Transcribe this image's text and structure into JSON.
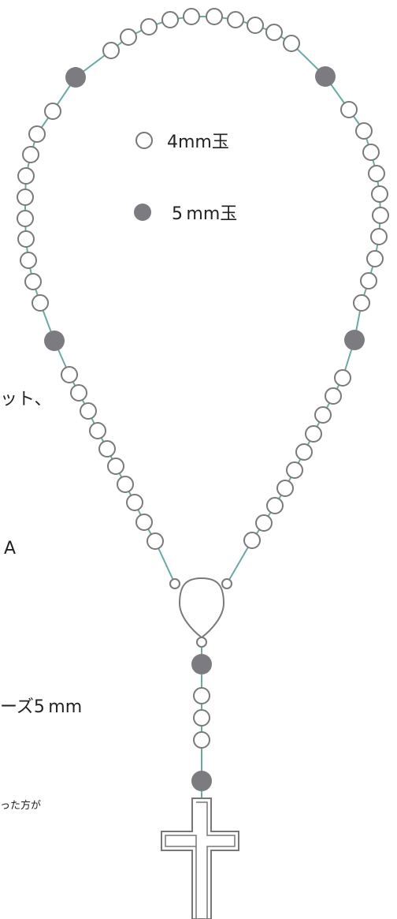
{
  "legend": {
    "small_bead_label": "4mm玉",
    "large_bead_label": "5 mm玉"
  },
  "side_text": {
    "line1": "ット、",
    "line2": "A",
    "line3": "ーズ5 mm",
    "line4": "った方が"
  },
  "colors": {
    "wire": "#6aa9a4",
    "bead_stroke": "#7a7a7a",
    "large_bead_fill": "#7c7c80",
    "cross_stroke": "#777777"
  }
}
